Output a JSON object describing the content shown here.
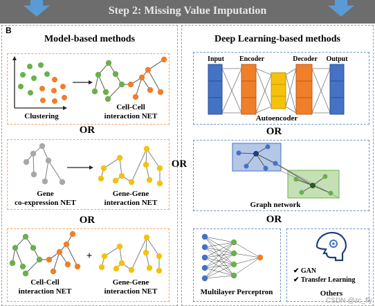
{
  "header": {
    "title": "Step 2: Missing Value Imputation"
  },
  "panel_letter": "B",
  "left": {
    "title": "Model-based methods",
    "box1": {
      "left_label": "Clustering",
      "right_label": "Cell-Cell\ninteraction NET"
    },
    "or1": "OR",
    "box2": {
      "left_label": "Gene\nco-expression NET",
      "right_label": "Gene-Gene\ninteraction NET"
    },
    "or2": "OR",
    "box3": {
      "left_label": "Cell-Cell\ninteraction NET",
      "plus": "+",
      "right_label": "Gene-Gene\ninteraction NET"
    }
  },
  "middle_or": "OR",
  "right": {
    "title": "Deep Learning-based methods",
    "autoencoder": {
      "input": "Input",
      "encoder": "Encoder",
      "decoder": "Decoder",
      "output": "Output",
      "caption": "Autoencoder"
    },
    "or1": "OR",
    "graph": {
      "caption": "Graph network"
    },
    "or2": "OR",
    "mlp": {
      "caption": "Multilayer Perceptron"
    },
    "others": {
      "items": [
        "GAN",
        "Transfer Learning"
      ],
      "caption": "Others"
    }
  },
  "watermark": "CSDN @zc_fly",
  "colors": {
    "green": "#6ab04c",
    "orange": "#f07f2a",
    "gray": "#a8a8a8",
    "yellow": "#f4c20d",
    "blue": "#4472c4",
    "navy": "#1f3f7a"
  }
}
